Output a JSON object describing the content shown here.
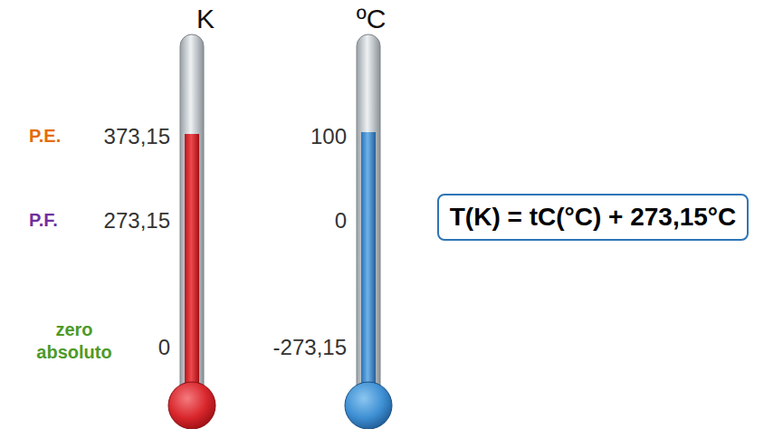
{
  "diagram": {
    "nodes": [
      {
        "text": [
          "T(K) = tC(°C) + 273,15°C"
        ]
      }
    ],
    "labels": [
      "K",
      "ºC",
      "P.E.",
      "373,15",
      "100",
      "P.F.",
      "273,15",
      "0",
      "zero absoluto",
      "0",
      "-273,15"
    ]
  }
}
